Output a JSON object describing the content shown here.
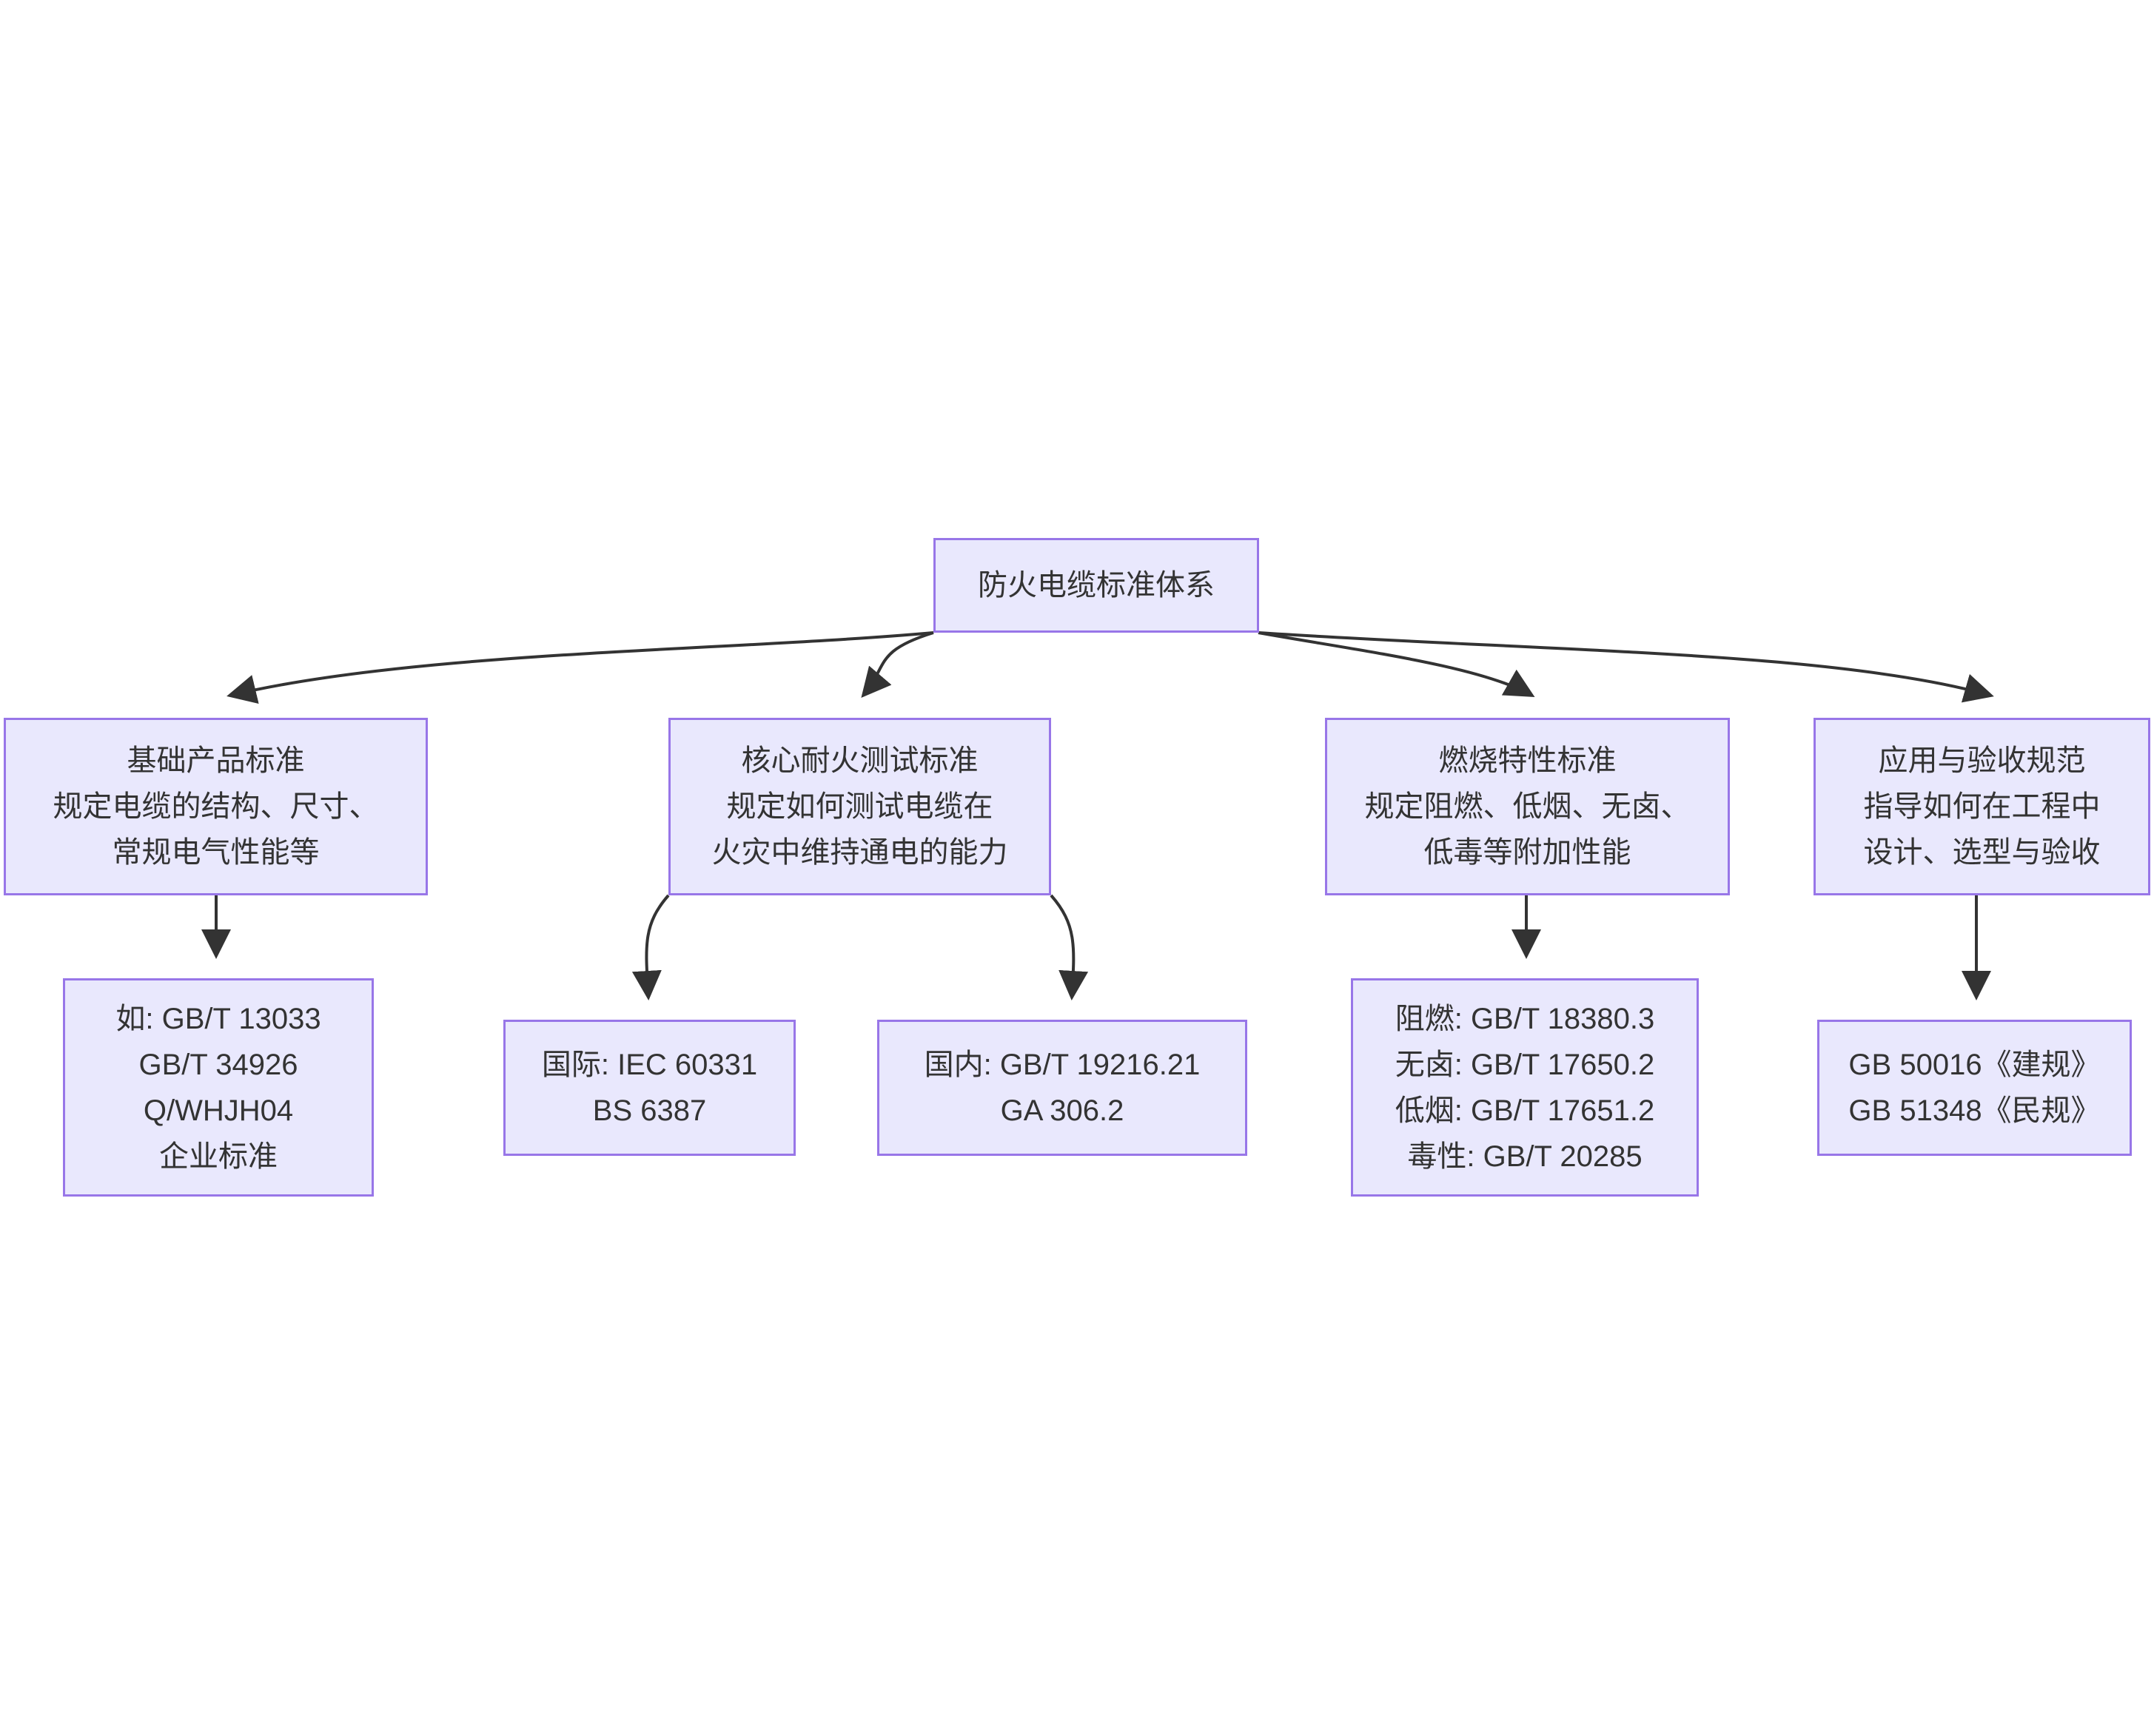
{
  "diagram": {
    "type": "flowchart",
    "title": "防火电缆标准体系",
    "orientation": "top-down",
    "node_fill": "#e9e8fd",
    "node_border": "#9876e8",
    "text_color": "#333333",
    "edge_color": "#333333",
    "background": "#ffffff"
  },
  "nodes": {
    "root": {
      "id": "root",
      "lines": [
        "防火电缆标准体系"
      ]
    },
    "branch1": {
      "id": "branch1",
      "lines": [
        "基础产品标准",
        "规定电缆的结构、尺寸、",
        "常规电气性能等"
      ]
    },
    "branch2": {
      "id": "branch2",
      "lines": [
        "核心耐火测试标准",
        "规定如何测试电缆在",
        "火灾中维持通电的能力"
      ]
    },
    "branch3": {
      "id": "branch3",
      "lines": [
        "燃烧特性标准",
        "规定阻燃、低烟、无卤、",
        "低毒等附加性能"
      ]
    },
    "branch4": {
      "id": "branch4",
      "lines": [
        "应用与验收规范",
        "指导如何在工程中",
        "设计、选型与验收"
      ]
    },
    "leaf1": {
      "id": "leaf1",
      "lines": [
        "如: GB/T 13033",
        "GB/T 34926",
        "Q/WHJH04",
        "企业标准"
      ]
    },
    "leaf2": {
      "id": "leaf2",
      "lines": [
        "国际: IEC 60331",
        "BS 6387"
      ]
    },
    "leaf3": {
      "id": "leaf3",
      "lines": [
        "国内: GB/T 19216.21",
        "GA 306.2"
      ]
    },
    "leaf4": {
      "id": "leaf4",
      "lines": [
        "阻燃: GB/T 18380.3",
        "无卤: GB/T 17650.2",
        "低烟: GB/T 17651.2",
        "毒性: GB/T 20285"
      ]
    },
    "leaf5": {
      "id": "leaf5",
      "lines": [
        "GB 50016《建规》",
        "GB 51348《民规》"
      ]
    }
  },
  "edges": [
    {
      "from": "root",
      "to": "branch1"
    },
    {
      "from": "root",
      "to": "branch2"
    },
    {
      "from": "root",
      "to": "branch3"
    },
    {
      "from": "root",
      "to": "branch4"
    },
    {
      "from": "branch1",
      "to": "leaf1"
    },
    {
      "from": "branch2",
      "to": "leaf2"
    },
    {
      "from": "branch2",
      "to": "leaf3"
    },
    {
      "from": "branch3",
      "to": "leaf4"
    },
    {
      "from": "branch4",
      "to": "leaf5"
    }
  ]
}
